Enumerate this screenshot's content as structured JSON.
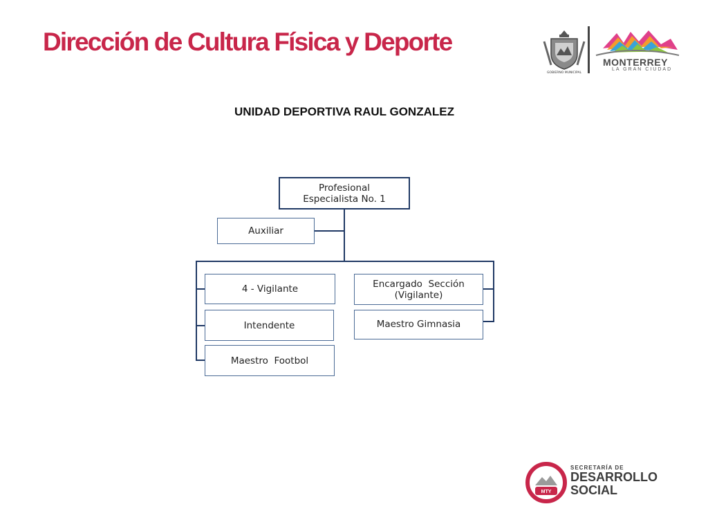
{
  "header": {
    "title": "Dirección de Cultura Física y Deporte",
    "subtitle": "UNIDAD DEPORTIVA RAUL GONZALEZ"
  },
  "logos": {
    "municipal_emblem_text": "GOBIERNO MUNICIPAL",
    "monterrey_name": "MONTERREY",
    "monterrey_tagline": "LA GRAN CIUDAD",
    "secretaria_line1": "SECRETARÍA DE",
    "secretaria_line2": "DESARROLLO",
    "secretaria_line3": "SOCIAL",
    "seal_initials": "MTY"
  },
  "org": {
    "head": {
      "line1": "Profesional",
      "line2": "Especialista No. 1"
    },
    "assistant": "Auxiliar",
    "left_branch": [
      "4 - Vigilante",
      "Intendente",
      "Maestro  Footbol"
    ],
    "right_branch": [
      {
        "line1": "Encargado  Sección",
        "line2": "(Vigilante)"
      },
      {
        "line1": "Maestro Gimnasia",
        "line2": ""
      }
    ]
  },
  "colors": {
    "title": "#c8264a",
    "box_border": "#4a6a95",
    "connector": "#1f3864",
    "seal": "#c8264a"
  }
}
